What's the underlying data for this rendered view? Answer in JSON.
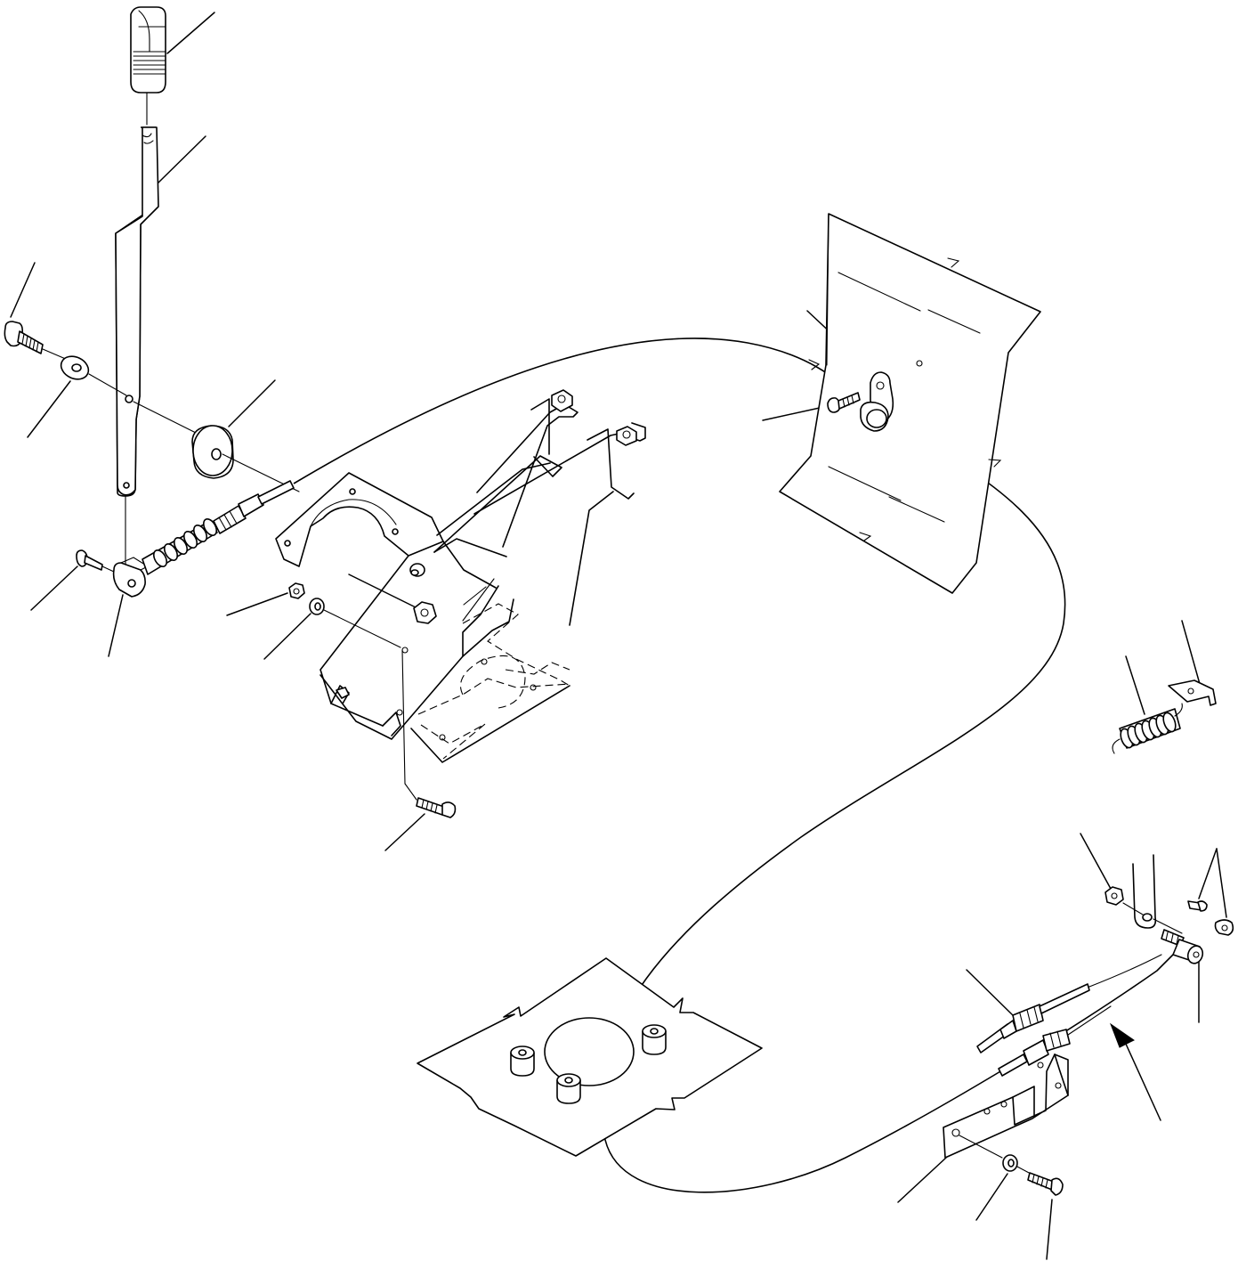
{
  "diagram": {
    "kind": "exploded parts view",
    "line_color": "#000000",
    "background": "#ffffff"
  },
  "parts": [
    {
      "id": "knob",
      "icon": "lever-knob-icon"
    },
    {
      "id": "lever",
      "icon": "control-lever-icon"
    },
    {
      "id": "bolt-top-left",
      "icon": "bolt-icon"
    },
    {
      "id": "washer-left",
      "icon": "washer-icon"
    },
    {
      "id": "spacer",
      "icon": "spacer-icon"
    },
    {
      "id": "clevis-pin",
      "icon": "pin-icon"
    },
    {
      "id": "clevis",
      "icon": "clevis-icon"
    },
    {
      "id": "control-cable",
      "icon": "cable-icon"
    },
    {
      "id": "bracket-assembly",
      "icon": "bracket-icon"
    },
    {
      "id": "nut",
      "icon": "nut-icon"
    },
    {
      "id": "washer-bracket",
      "icon": "washer-icon"
    },
    {
      "id": "nut-bracket",
      "icon": "nut-icon"
    },
    {
      "id": "bolt-bracket",
      "icon": "bolt-icon"
    },
    {
      "id": "cable-clamp",
      "icon": "clamp-icon"
    },
    {
      "id": "clamp-bolt",
      "icon": "bolt-icon"
    },
    {
      "id": "floor-plate",
      "icon": "floor-plate-icon"
    },
    {
      "id": "spring",
      "icon": "spring-icon"
    },
    {
      "id": "spring-bracket",
      "icon": "bracket-icon"
    },
    {
      "id": "nut-lower",
      "icon": "nut-icon"
    },
    {
      "id": "pin-lower",
      "icon": "pin-icon"
    },
    {
      "id": "cable-end",
      "icon": "cable-end-icon"
    },
    {
      "id": "cable-bracket",
      "icon": "bracket-icon"
    },
    {
      "id": "washer-lower",
      "icon": "washer-icon"
    },
    {
      "id": "bolt-lower",
      "icon": "bolt-icon"
    },
    {
      "id": "direction-arrow",
      "icon": "arrow-icon"
    }
  ]
}
